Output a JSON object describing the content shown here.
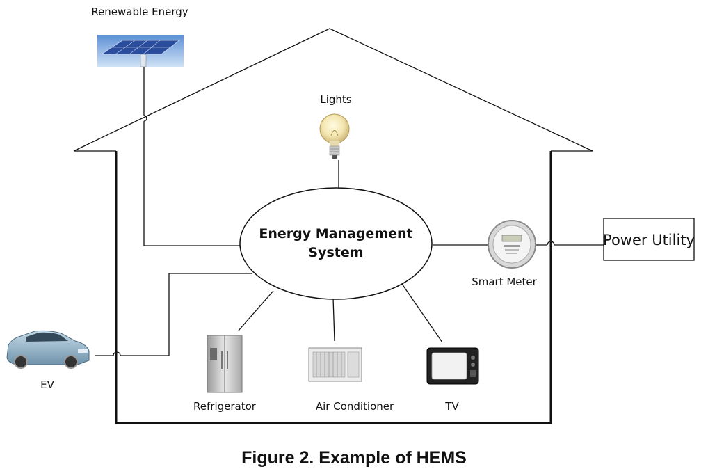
{
  "labels": {
    "renewable": "Renewable Energy",
    "lights": "Lights",
    "ems_line1": "Energy Management",
    "ems_line2": "System",
    "smart_meter": "Smart Meter",
    "power_utility": "Power Utility",
    "ev": "EV",
    "refrigerator": "Refrigerator",
    "air_conditioner": "Air Conditioner",
    "tv": "TV"
  },
  "caption": "Figure 2. Example of HEMS",
  "icons": [
    "solar-panel-icon",
    "light-bulb-icon",
    "smart-meter-icon",
    "car-icon",
    "refrigerator-icon",
    "air-conditioner-icon",
    "tv-icon"
  ],
  "colors": {
    "line": "#111111",
    "panel": "#2a4d9e",
    "sky": "#9fc3ea",
    "car": "#8fb3cc"
  }
}
